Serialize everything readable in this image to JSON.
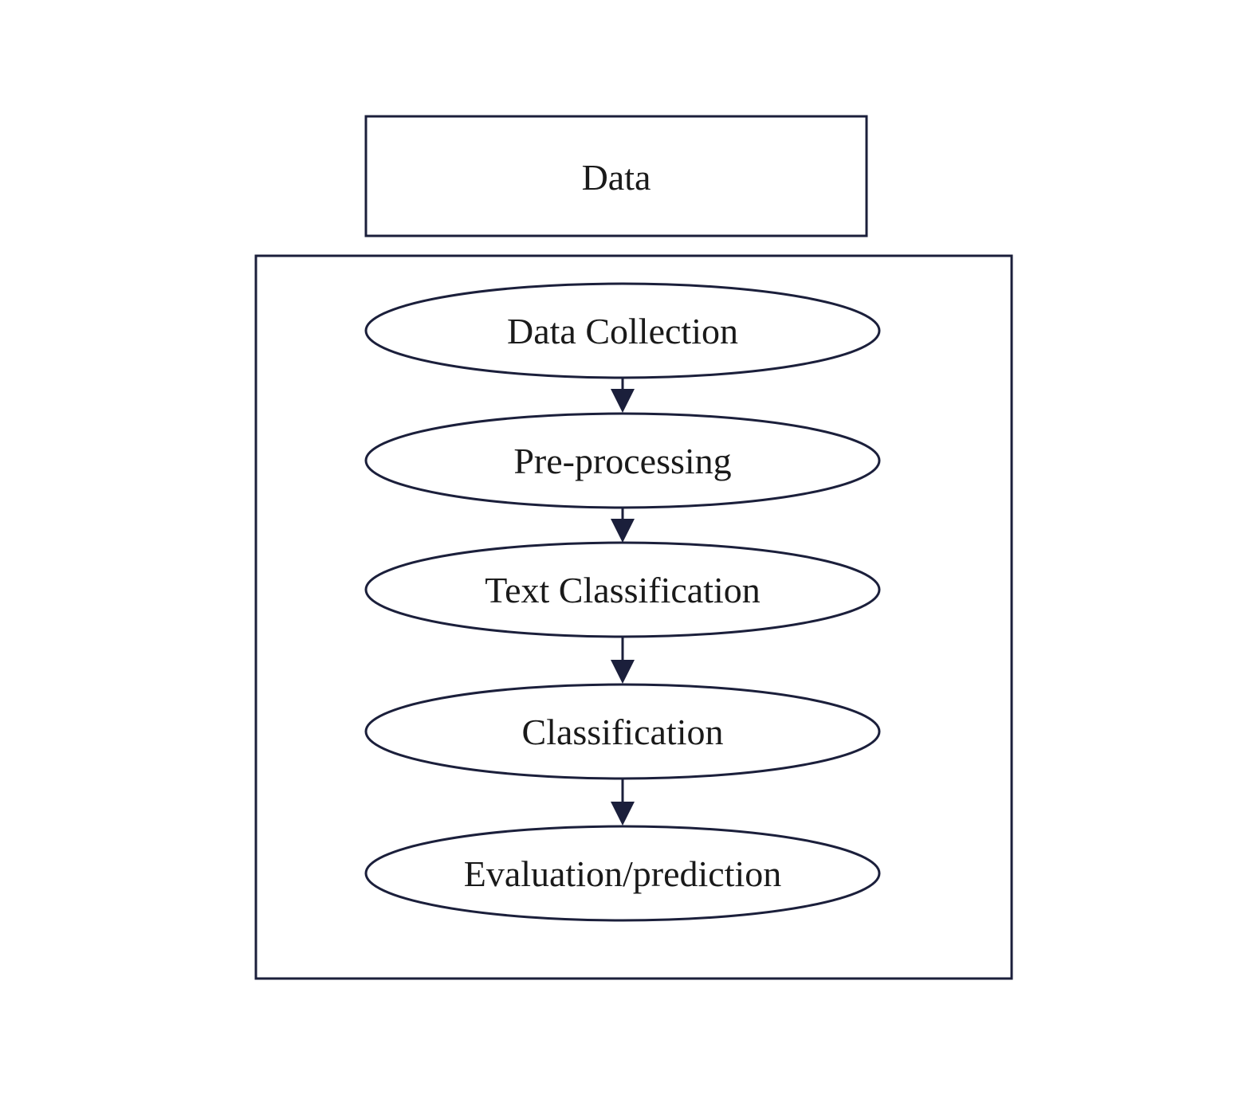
{
  "diagram": {
    "header_box": {
      "label": "Data"
    },
    "container": {
      "label": ""
    },
    "steps": [
      {
        "label": "Data Collection"
      },
      {
        "label": "Pre-processing"
      },
      {
        "label": "Text Classification"
      },
      {
        "label": "Classification"
      },
      {
        "label": "Evaluation/prediction"
      }
    ],
    "colors": {
      "stroke": "#1b1f3b",
      "text": "#1a1a1a",
      "background": "#ffffff"
    }
  }
}
